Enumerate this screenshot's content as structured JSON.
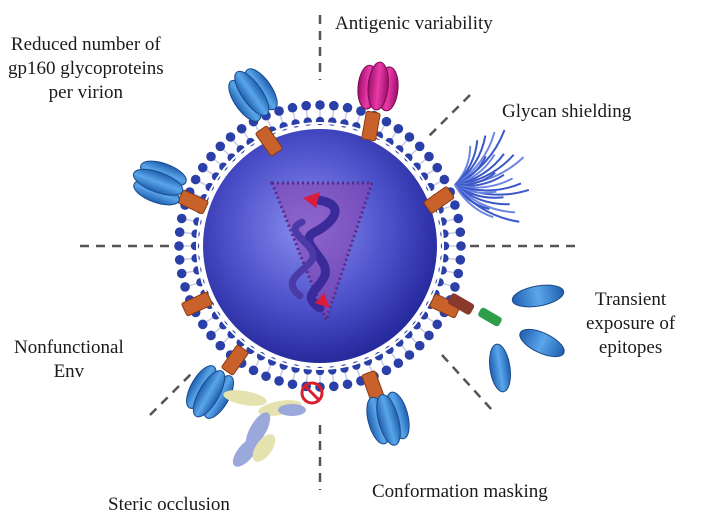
{
  "labels": {
    "reduced_number": [
      "Reduced number of",
      "gp160 glycoproteins",
      "per virion"
    ],
    "antigenic_variability": "Antigenic variability",
    "glycan_shielding": "Glycan shielding",
    "transient_exposure": [
      "Transient",
      "exposure of",
      "epitopes"
    ],
    "nonfunctional_env": [
      "Nonfunctional",
      "Env"
    ],
    "steric_occlusion": "Steric occlusion",
    "conformation_masking": "Conformation masking"
  },
  "colors": {
    "membrane_bead": "#2b3fa8",
    "core_light": "#7a7fe0",
    "core_dark": "#1c1f8f",
    "capsid": "#8a3fa8",
    "rna": "#3a2a9a",
    "rna_arrow": "#d81e3a",
    "spike_blue": "#3c8ad6",
    "spike_magenta": "#c81e8c",
    "glycan": "#3b58c8",
    "stalk": "#c8622a",
    "antibody_yellow": "#e6e2b0",
    "antibody_lavender": "#9aa8dc",
    "prohibited_sign": "#d61e2e",
    "antibody_green": "#2e9e48",
    "dash": "#555555"
  }
}
